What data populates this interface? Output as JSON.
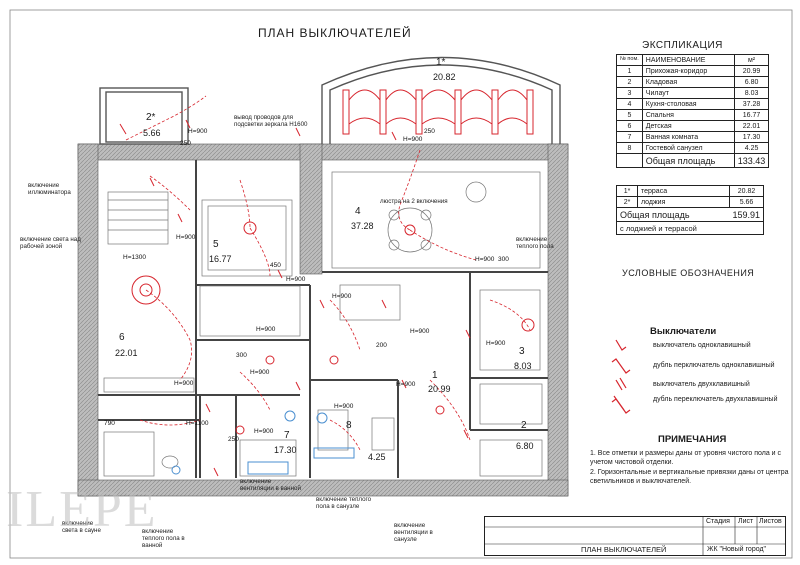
{
  "plan": {
    "title": "ПЛАН ВЫКЛЮЧАТЕЛЕЙ",
    "rooms": [
      {
        "num": "1*",
        "area": "20.82"
      },
      {
        "num": "2*",
        "area": "5.66"
      },
      {
        "num": "4",
        "area": "37.28"
      },
      {
        "num": "5",
        "area": "16.77"
      },
      {
        "num": "6",
        "area": "22.01"
      },
      {
        "num": "3",
        "area": "8.03"
      },
      {
        "num": "1",
        "area": "20.99"
      },
      {
        "num": "2",
        "area": "6.80"
      },
      {
        "num": "7",
        "area": "17.30"
      },
      {
        "num": "8",
        "area": "4.25"
      }
    ],
    "annotations": {
      "mirror": "вывод проводов для подсветки зеркала H1600",
      "illuminator": "включение иллюминатора",
      "worklight": "включение света над рабочей зоной",
      "two_sw": "люстра на 2 включения",
      "floor_heat1": "включение теплого пола",
      "sauna_light": "включение света в сауне",
      "floor_heat_bath": "включение теплого пола в ванной",
      "vent_bath": "включение вентиляции в ванной",
      "floor_heat_wc": "включение теплого пола в санузле",
      "vent_wc": "включение вентиляции в санузле"
    },
    "heights": {
      "h900": "H=900",
      "h1300": "H=1300",
      "h1100": "H=1100",
      "d250": "250",
      "d300": "300",
      "d200": "200",
      "d150": "150",
      "d790": "790",
      "d450": "450"
    }
  },
  "explication": {
    "title": "ЭКСПЛИКАЦИЯ",
    "header": {
      "num": "№ пом.",
      "name": "НАИМЕНОВАНИЕ",
      "unit": "м²"
    },
    "rows": [
      {
        "n": "1",
        "name": "Прихожая-коридор",
        "a": "20.99"
      },
      {
        "n": "2",
        "name": "Кладовая",
        "a": "6.80"
      },
      {
        "n": "3",
        "name": "Чилаут",
        "a": "8.03"
      },
      {
        "n": "4",
        "name": "Кухня-столовая",
        "a": "37.28"
      },
      {
        "n": "5",
        "name": "Спальня",
        "a": "16.77"
      },
      {
        "n": "6",
        "name": "Детская",
        "a": "22.01"
      },
      {
        "n": "7",
        "name": "Ванная комната",
        "a": "17.30"
      },
      {
        "n": "8",
        "name": "Гостевой санузел",
        "a": "4.25"
      }
    ],
    "total_label": "Общая площадь",
    "total": "133.43",
    "terraces": [
      {
        "n": "1*",
        "name": "терраса",
        "a": "20.82"
      },
      {
        "n": "2*",
        "name": "лоджия",
        "a": "5.66"
      }
    ],
    "total2_label": "Общая площадь",
    "total2": "159.91",
    "total2_note": "с лоджией и террасой"
  },
  "legend": {
    "title": "УСЛОВНЫЕ ОБОЗНАЧЕНИЯ",
    "switches_title": "Выключатели",
    "items": [
      "выключатель одноклавишный",
      "дубль перключатель одноклавишный",
      "выключатель двухклавишный",
      "дубль переключатель двухклавишный"
    ]
  },
  "notes": {
    "title": "ПРИМЕЧАНИЯ",
    "items": [
      "1. Все отметки и размеры даны от уровня чистого пола и с учетом чистовой отделки.",
      "2. Горизонтальные и вертикальные привязки даны от центра светильников и выключателей."
    ]
  },
  "stamp": {
    "stage": "Стадия",
    "sheet": "Лист",
    "sheets": "Листов",
    "title": "ПЛАН ВЫКЛЮЧАТЕЛЕЙ",
    "project": "ЖК \"Новый город\""
  },
  "watermark": "ILEPE",
  "colors": {
    "wall": "#8c8c8c",
    "wire": "#d7262e",
    "ink": "#1a1a1a"
  }
}
